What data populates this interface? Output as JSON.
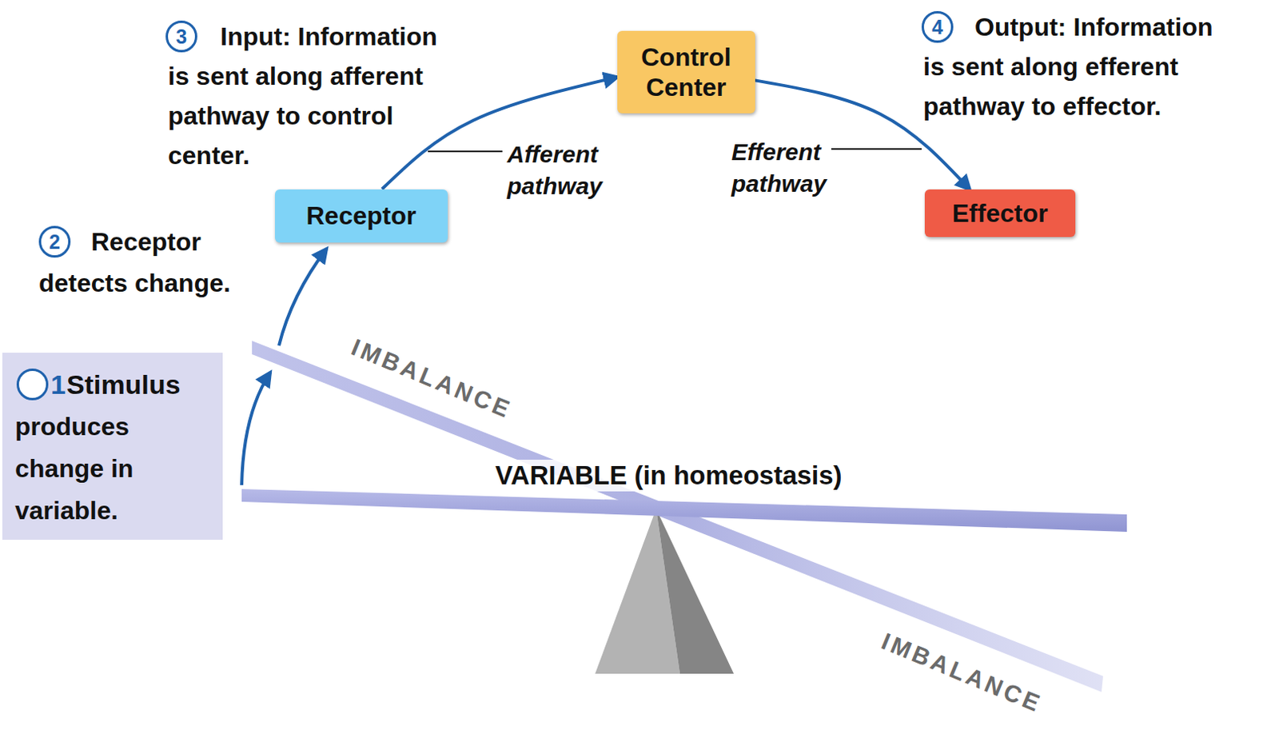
{
  "diagram": {
    "nodes": [
      {
        "text": [
          "Stimulus",
          "produces change in variable."
        ]
      },
      {
        "text": [
          "1"
        ],
        "in": 0
      },
      {
        "text": [
          "2"
        ]
      },
      {
        "text": [
          "Receptor"
        ]
      },
      {
        "text": [
          "3"
        ]
      },
      {
        "text": [
          "Control Center"
        ]
      },
      {
        "text": [
          "4"
        ]
      },
      {
        "text": [
          "Effector"
        ]
      }
    ],
    "edges": [
      {
        "from": 3,
        "to": 5,
        "arrow": "to",
        "label": "Afferent pathway"
      },
      {
        "from": 5,
        "to": 7,
        "arrow": "to",
        "label": "Efferent pathway"
      }
    ],
    "labels": [
      "Receptor",
      "detects change.",
      "Input:",
      "Information is sent along afferent pathway to control center.",
      "Output:",
      "Information is sent along efferent pathway to effector.",
      "IMBALANCE",
      "VARIABLE (in homeostasis)",
      "IMBALANCE"
    ]
  }
}
